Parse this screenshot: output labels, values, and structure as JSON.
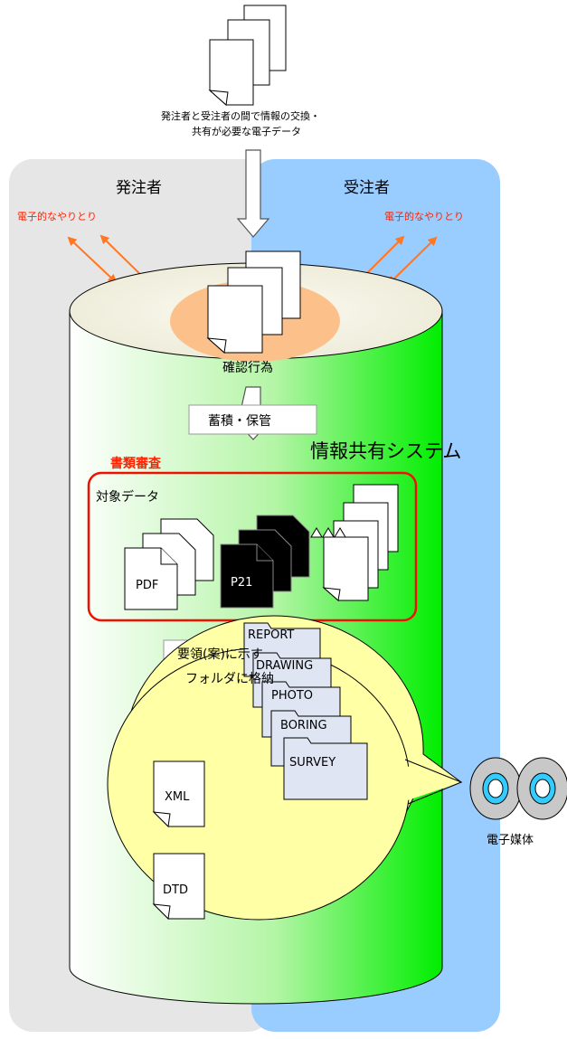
{
  "top_doc_label": {
    "line1": "発注者と受注者の間で情報の交換・",
    "line2": "共有が必要な電子データ"
  },
  "orderer": {
    "title": "発注者",
    "exchange": "電子的なやりとり"
  },
  "contractor": {
    "title": "受注者",
    "exchange": "電子的なやりとり"
  },
  "confirmation": "確認行為",
  "storage_step": "蓄積・保管",
  "system_name": "情報共有システム",
  "review": {
    "title": "書類審査",
    "target_label": "対象データ",
    "pdf": "PDF",
    "p21": "P21"
  },
  "folder_step": {
    "line1": "要領(案)に示す",
    "line2": "フォルダに格納"
  },
  "files": {
    "xml": "XML",
    "dtd": "DTD"
  },
  "folders": [
    "REPORT",
    "DRAWING",
    "PHOTO",
    "BORING",
    "SURVEY"
  ],
  "media_label": "電子媒体",
  "colors": {
    "orderer_panel": "#e6e6e6",
    "contractor_panel": "#99ccff",
    "cylinder": "#00ee00",
    "accent_red": "#ff2200",
    "arrow_orange": "#ff7722",
    "ellipse_yellow": "#ffffa6",
    "folder": "#dfe5f2"
  }
}
